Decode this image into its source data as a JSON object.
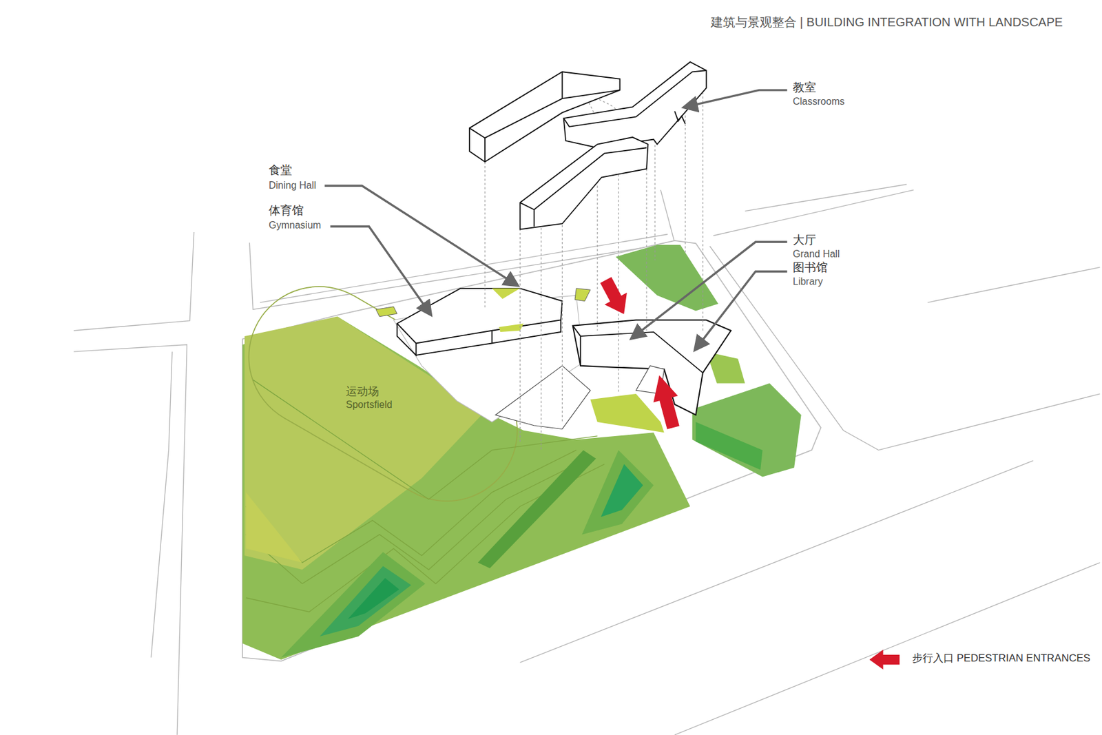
{
  "diagram": {
    "title": "建筑与景观整合 | BUILDING INTEGRATION WITH LANDSCAPE",
    "nodes": [
      {
        "text": [
          "运动场",
          "Sportsfield"
        ]
      }
    ],
    "labels": [
      "教室",
      "Classrooms",
      "食堂",
      "Dining Hall",
      "体育馆",
      "Gymnasium",
      "大厅",
      "Grand Hall",
      "图书馆",
      "Library"
    ],
    "legend": [
      {
        "text": "步行入口 PEDESTRIAN ENTRANCES"
      }
    ]
  }
}
